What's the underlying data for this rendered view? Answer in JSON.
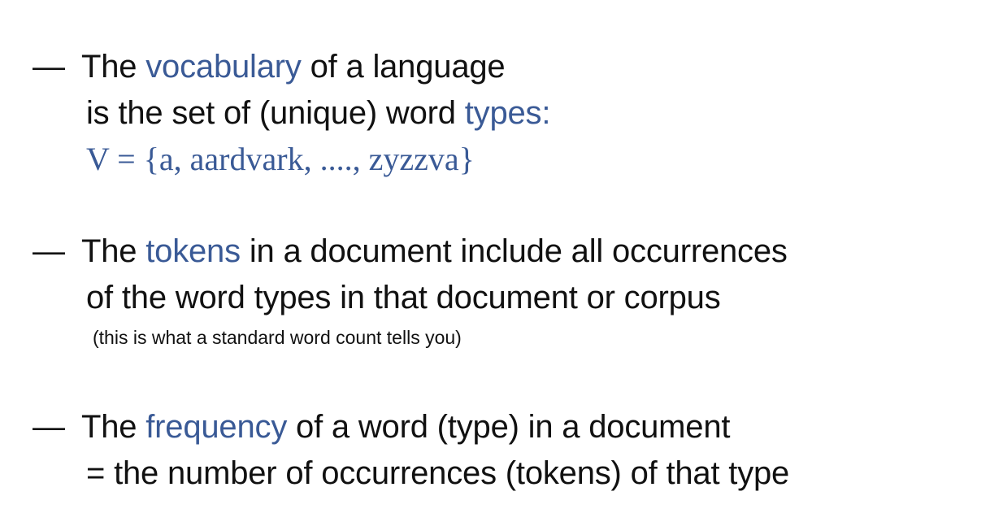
{
  "bullets": {
    "dash": "—",
    "vocabulary": {
      "line1_pre": "The ",
      "line1_term": "vocabulary",
      "line1_post": " of a language",
      "line2_pre": "is the set of (unique) word ",
      "line2_term": "types:",
      "formula": "V = {a, aardvark, ...., zyzzva}"
    },
    "tokens": {
      "line1_pre": "The ",
      "line1_term": "tokens",
      "line1_post": " in a document include all occurrences",
      "line2": "of the word types in that document or corpus",
      "note": "(this is what a standard word count tells you)"
    },
    "frequency": {
      "line1_pre": "The ",
      "line1_term": "frequency",
      "line1_post": " of a word (type) in a document",
      "line2": "= the number of occurrences (tokens) of that type"
    }
  },
  "colors": {
    "highlight": "#3a5a96",
    "text": "#111111",
    "background": "#ffffff"
  }
}
